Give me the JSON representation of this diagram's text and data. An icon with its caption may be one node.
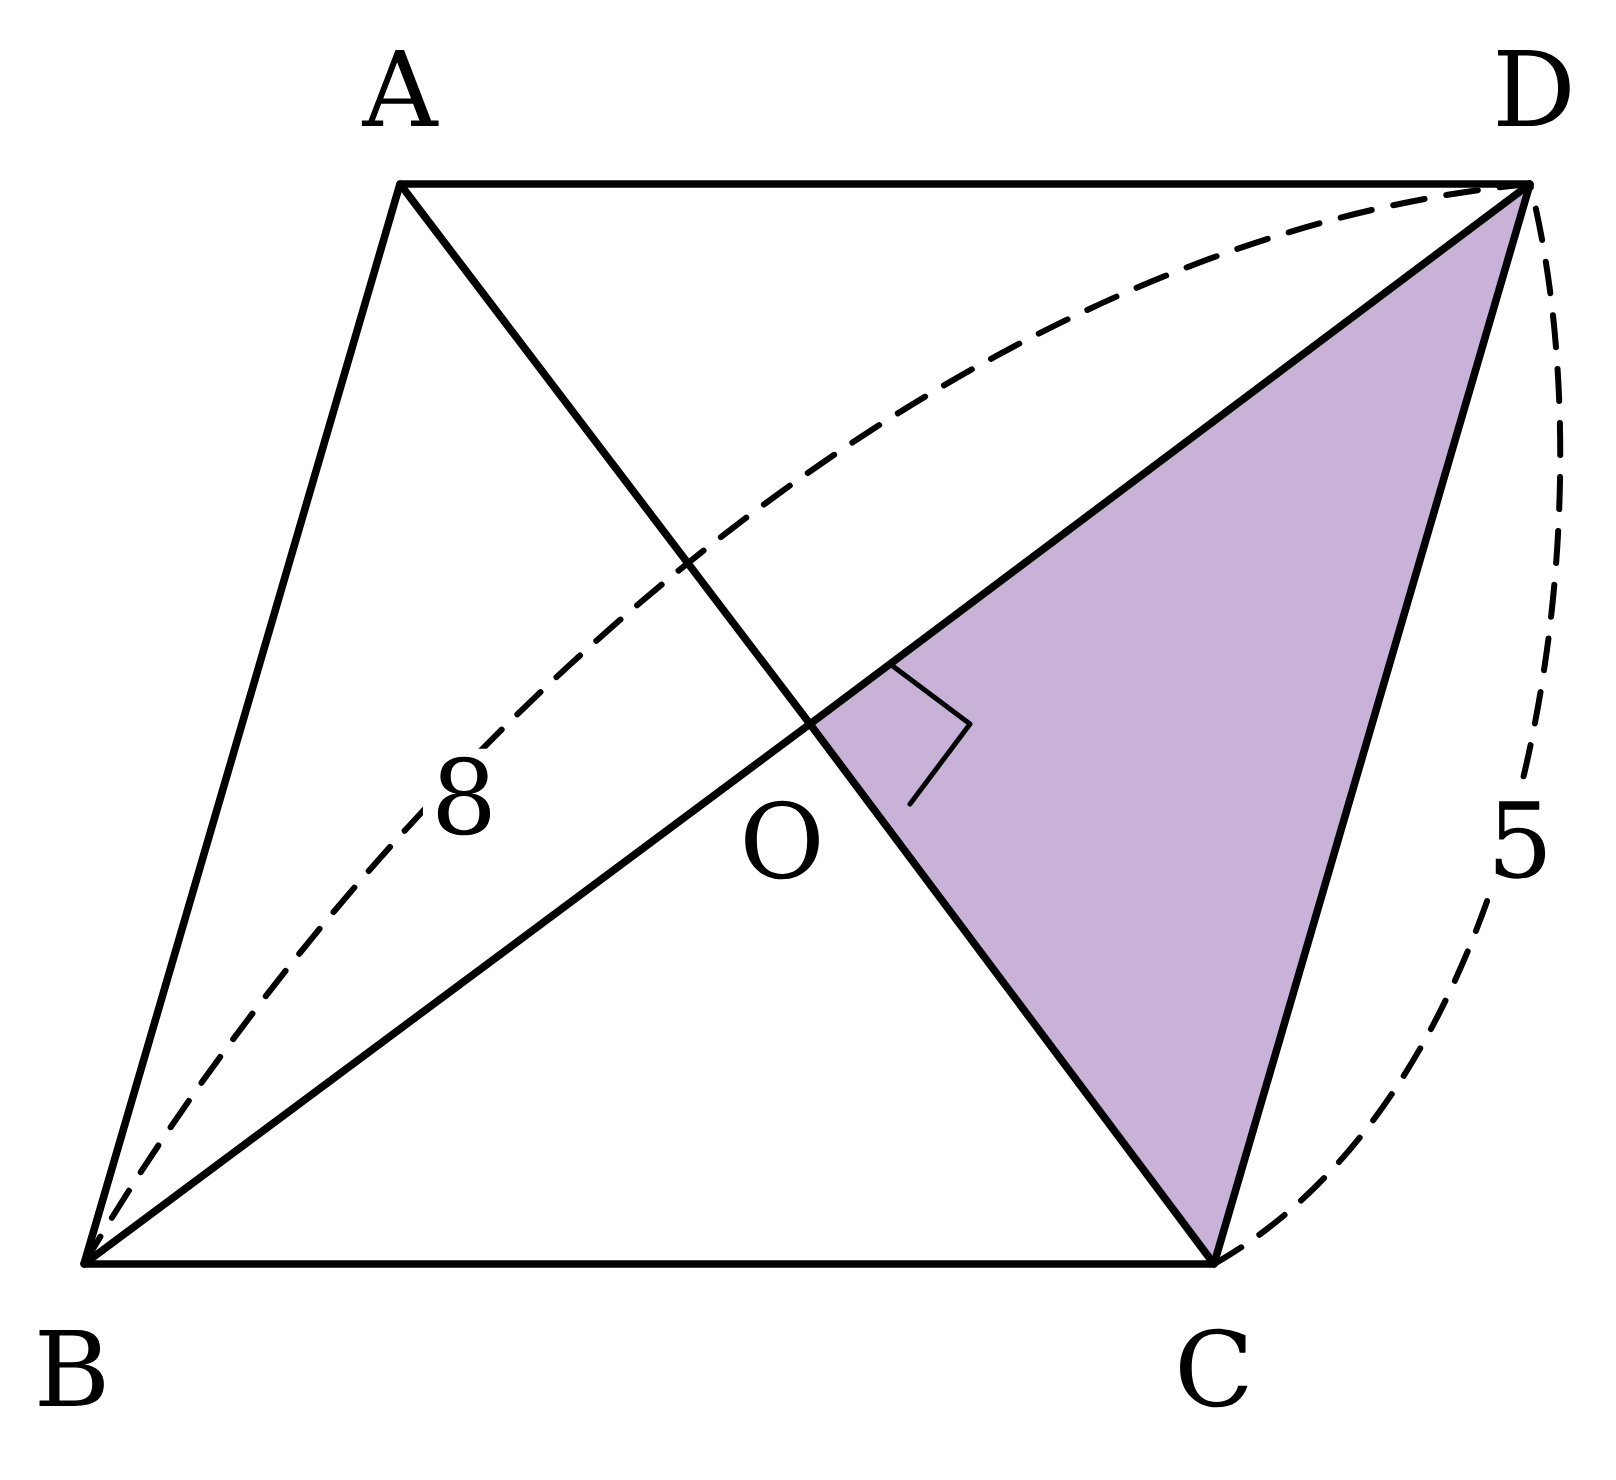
{
  "diagram": {
    "nodes": [
      {
        "text": [
          "A"
        ]
      },
      {
        "text": [
          "B"
        ]
      },
      {
        "text": [
          "C"
        ]
      },
      {
        "text": [
          "D"
        ]
      },
      {
        "text": [
          "O"
        ]
      }
    ],
    "edges": [
      {
        "from": 0,
        "to": 3,
        "arrow": "none"
      },
      {
        "from": 0,
        "to": 1,
        "arrow": "none"
      },
      {
        "from": 1,
        "to": 2,
        "arrow": "none"
      },
      {
        "from": 3,
        "to": 2,
        "arrow": "none"
      },
      {
        "from": 0,
        "to": 4,
        "arrow": "none"
      },
      {
        "from": 4,
        "to": 2,
        "arrow": "none"
      },
      {
        "from": 1,
        "to": 4,
        "arrow": "none"
      },
      {
        "from": 4,
        "to": 3,
        "arrow": "none"
      }
    ],
    "labels": [
      "8",
      "5"
    ]
  }
}
